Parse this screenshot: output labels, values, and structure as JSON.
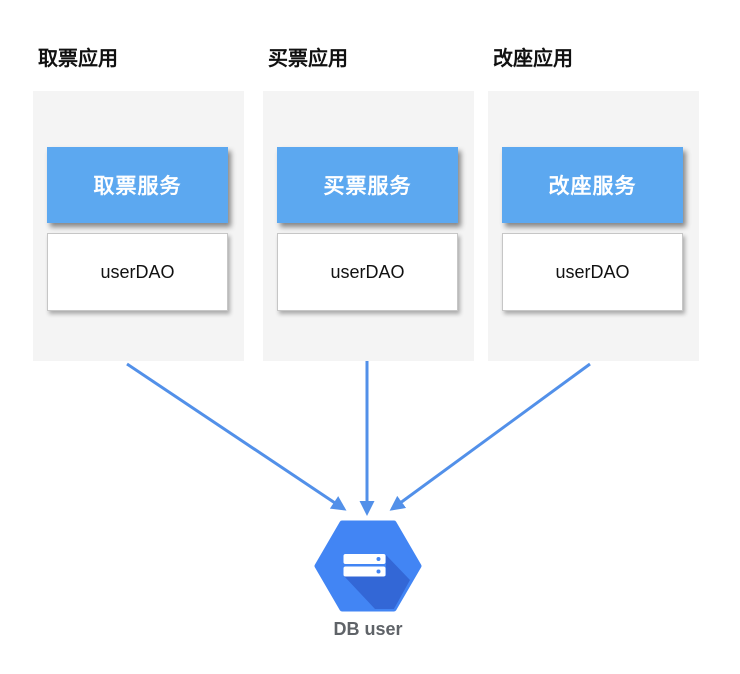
{
  "diagram": {
    "apps": [
      {
        "title": "取票应用",
        "service_label": "取票服务",
        "dao_label": "userDAO"
      },
      {
        "title": "买票应用",
        "service_label": "买票服务",
        "dao_label": "userDAO"
      },
      {
        "title": "改座应用",
        "service_label": "改座服务",
        "dao_label": "userDAO"
      }
    ],
    "database": {
      "label": "DB user",
      "icon": "database-hexagon-icon"
    },
    "connections": [
      {
        "from": "取票应用",
        "to": "DB user"
      },
      {
        "from": "买票应用",
        "to": "DB user"
      },
      {
        "from": "改座应用",
        "to": "DB user"
      }
    ],
    "colors": {
      "service_box": "#5ca8f0",
      "panel_background": "#f4f4f4",
      "arrow": "#5290e9",
      "hexagon": "#4285f4",
      "hexagon_shadow": "#3367d6",
      "db_label_text": "#5f6368",
      "title_text": "#111111"
    }
  }
}
